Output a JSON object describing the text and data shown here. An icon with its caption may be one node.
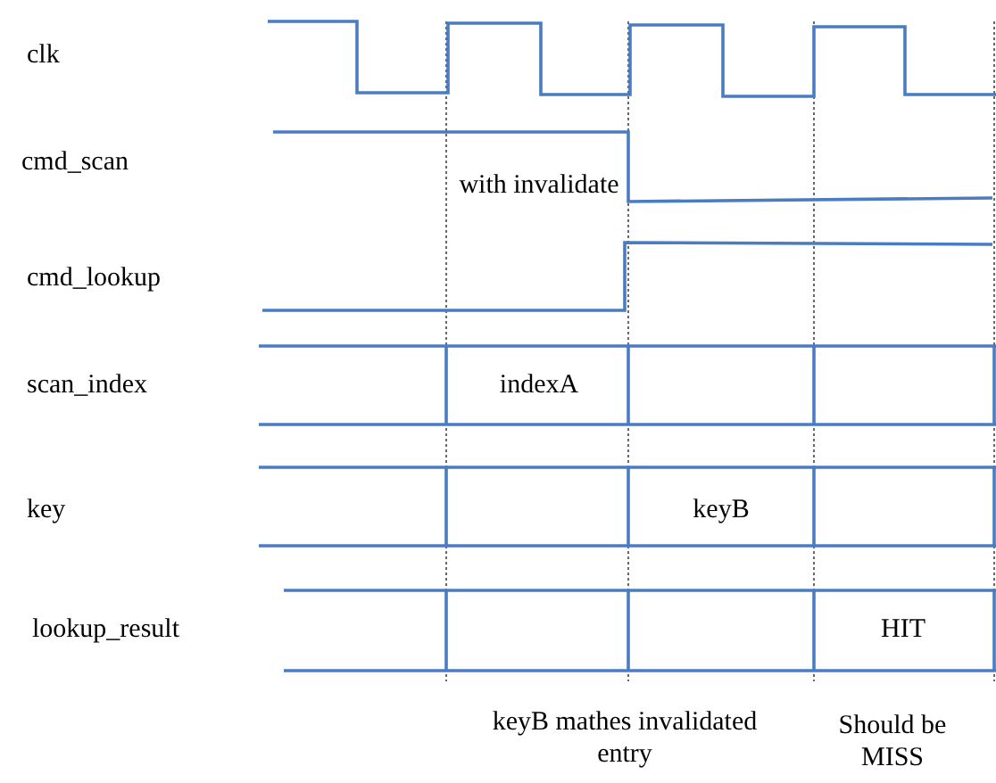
{
  "diagram": {
    "labels": [
      "clk",
      "cmd_scan",
      "with invalidate",
      "cmd_lookup",
      "scan_index",
      "indexA",
      "key",
      "keyB",
      "lookup_result",
      "HIT",
      "keyB mathes invalidated entry",
      "Should be MISS"
    ]
  }
}
